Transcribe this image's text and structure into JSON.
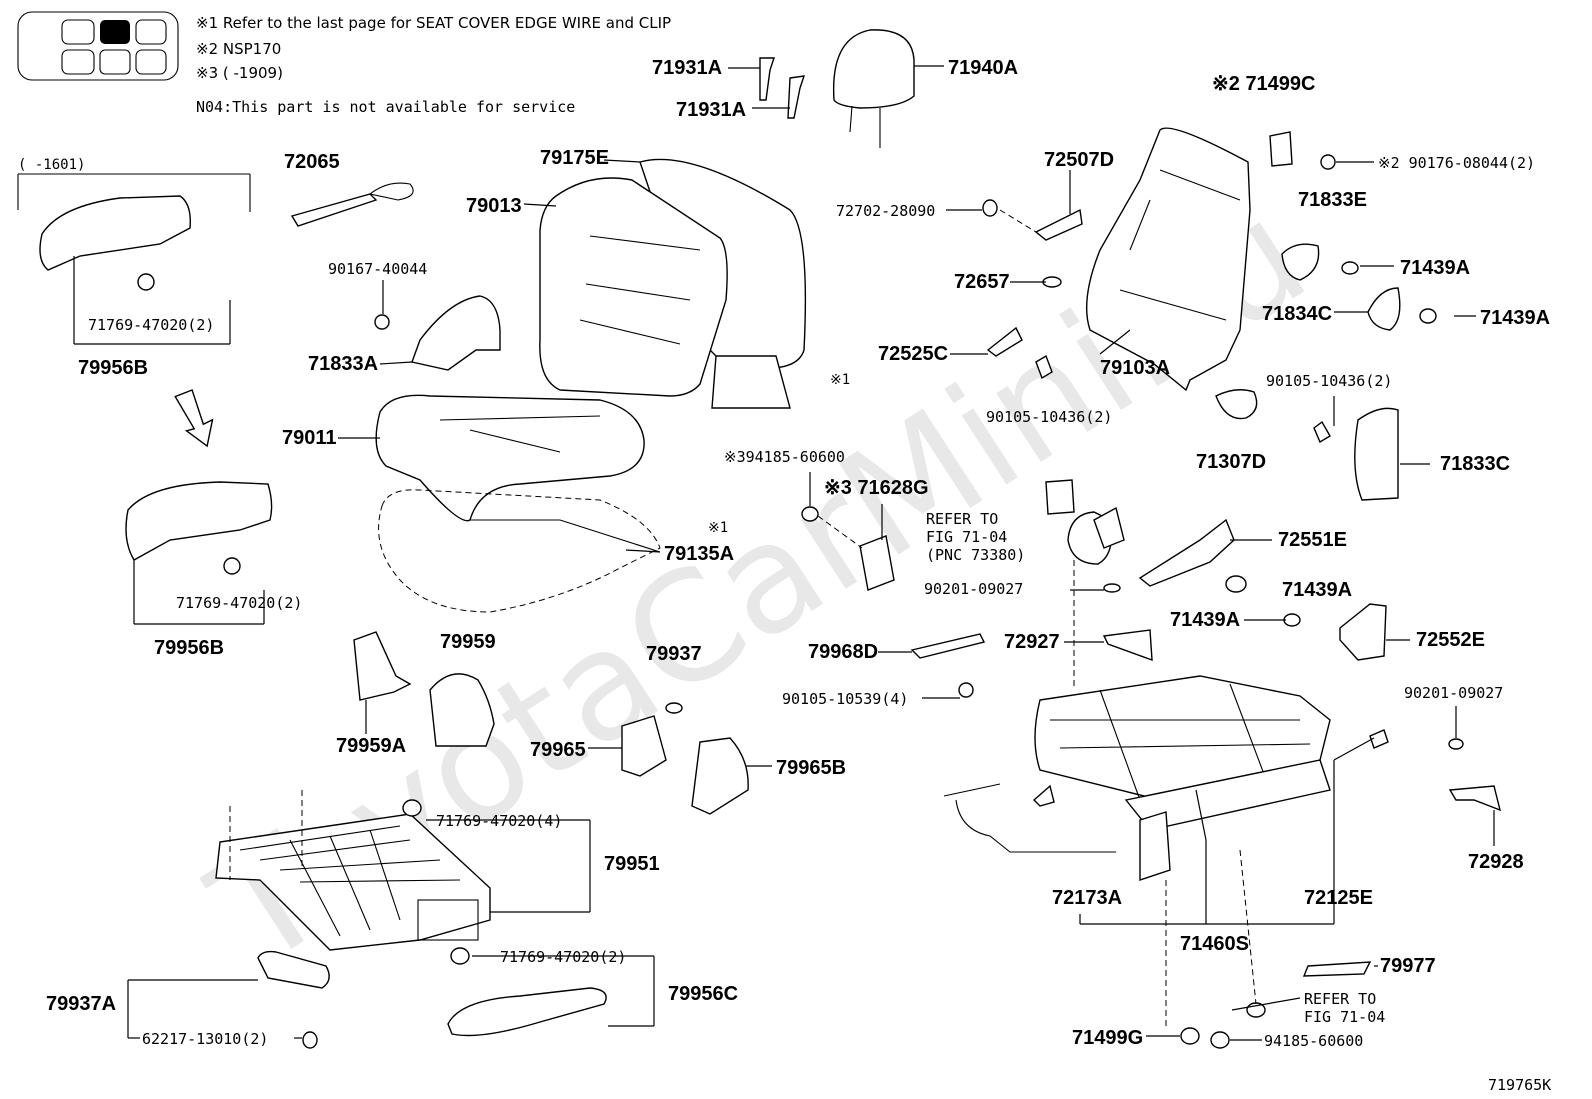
{
  "notes": {
    "note1": "※1  Refer to the last page for SEAT COVER EDGE WIRE and CLIP",
    "note2": "※2 NSP170",
    "note3": "※3 (     -1909)",
    "note4": "N04:This part is not available for service",
    "note5": "(    -1601)"
  },
  "watermark": "ToyotaCarMini.ru",
  "figure_id": "719765K",
  "refer": {
    "a1": "REFER TO",
    "a2": "FIG 71-04",
    "a3": "(PNC 73380)",
    "b1": "REFER TO",
    "b2": "FIG 71-04"
  },
  "labels": {
    "p71931A_1": "71931A",
    "p71931A_2": "71931A",
    "p71940A": "71940A",
    "p71499C": "※2 71499C",
    "p90176": "※2 90176-08044(2)",
    "p72065": "72065",
    "p79175E": "79175E",
    "p79013": "79013",
    "p72507D": "72507D",
    "p72702": "72702-28090",
    "p71833E": "71833E",
    "p90167": "90167-40044",
    "p72657": "72657",
    "p71439A_1": "71439A",
    "p71834C": "71834C",
    "p71439A_2": "71439A",
    "p71833A": "71833A",
    "p72525C": "72525C",
    "p79103A": "79103A",
    "p71769_a": "71769-47020(2)",
    "p79956B_1": "79956B",
    "p90105_a": "90105-10436(2)",
    "p90105_b": "90105-10436(2)",
    "p79011": "79011",
    "p71307D": "71307D",
    "p71833C": "71833C",
    "p94185_a": "※394185-60600",
    "p71628G": "※3 71628G",
    "p79135A": "79135A",
    "p72551E": "72551E",
    "p90201_a": "90201-09027",
    "p71439A_3": "71439A",
    "p71439A_4": "71439A",
    "p72552E": "72552E",
    "p71769_b": "71769-47020(2)",
    "p79956B_2": "79956B",
    "p79959": "79959",
    "p79937": "79937",
    "p79968D": "79968D",
    "p72927": "72927",
    "p90105_c": "90105-10539(4)",
    "p90201_b": "90201-09027",
    "p79959A": "79959A",
    "p79965": "79965",
    "p79965B": "79965B",
    "p71769_c": "71769-47020(4)",
    "p79951": "79951",
    "p72928": "72928",
    "p72173A": "72173A",
    "p72125E": "72125E",
    "p71460S": "71460S",
    "p71769_d": "71769-47020(2)",
    "p79977": "79977",
    "p79956C": "79956C",
    "p79937A": "79937A",
    "p62217": "62217-13010(2)",
    "p71499G": "71499G",
    "p94185_b": "94185-60600",
    "x1_a": "※1",
    "x1_b": "※1"
  }
}
